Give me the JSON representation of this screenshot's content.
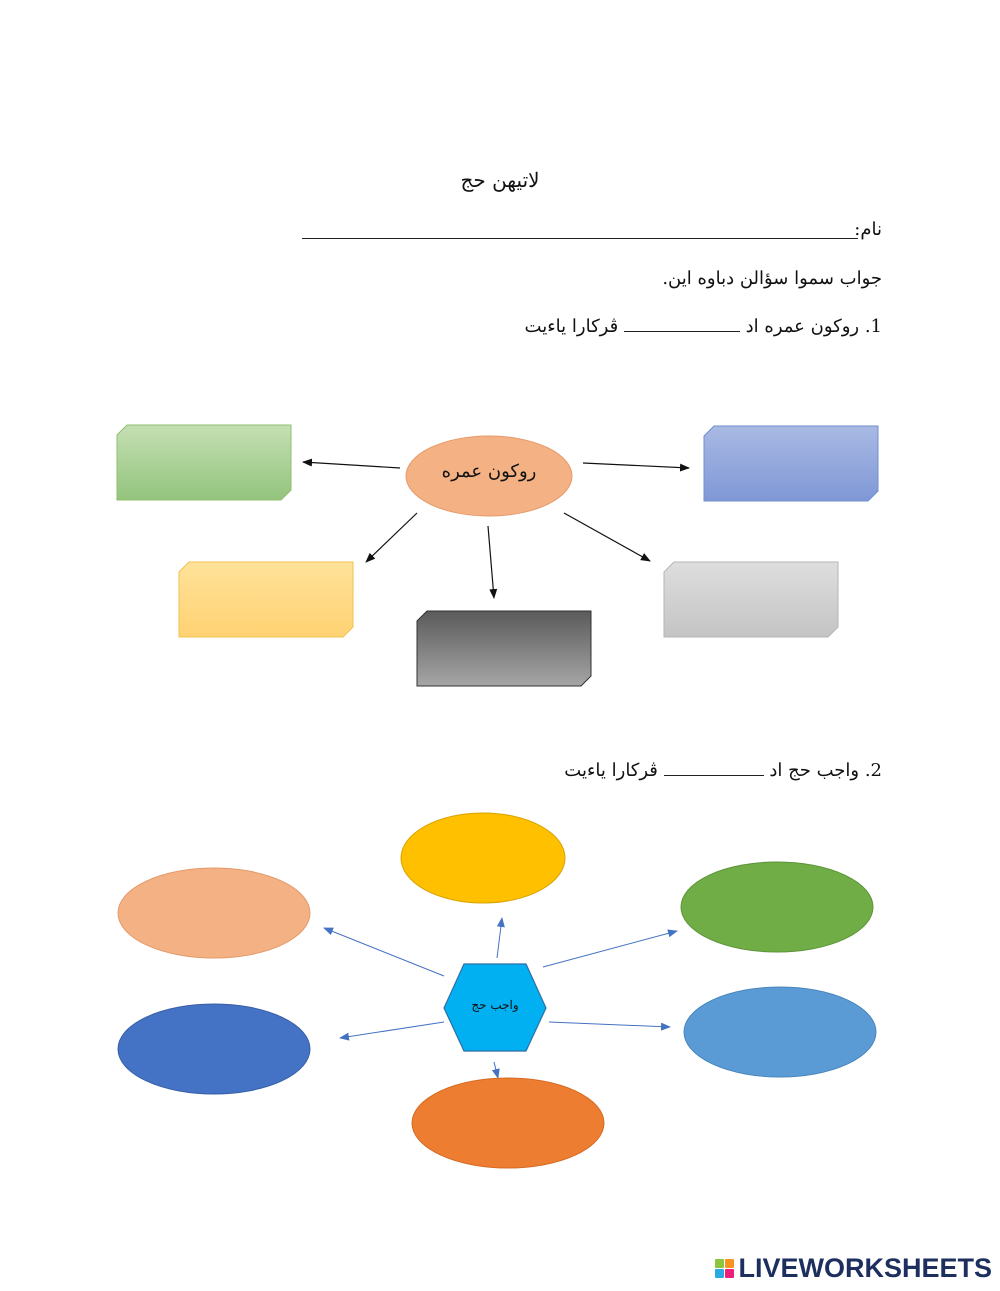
{
  "header": {
    "title": "لاتيهن حج"
  },
  "name_field": {
    "label": "نام:"
  },
  "instruction": "جواب سموا سؤالن دباوه اين.",
  "question1": {
    "before": "1. روكون عمره اد",
    "after": "ڤركارا ياءيت"
  },
  "diagram1": {
    "center_label": "روكون عمره",
    "box_colors": [
      "#a9d18e",
      "#8faadc",
      "#ffd966",
      "#bfbfbf",
      "#7f7f7f"
    ],
    "center_color": "#f4b183"
  },
  "question2": {
    "before": "2. واجب حج اد",
    "after": "ڤركارا ياءيت"
  },
  "diagram2": {
    "center_label": "واجب حج",
    "center_color": "#00b0f0",
    "ellipse_colors": [
      "#ffc000",
      "#f4b183",
      "#70ad47",
      "#4472c4",
      "#5b9bd5",
      "#ed7d31"
    ]
  },
  "footer": {
    "brand": "LIVEWORKSHEETS",
    "logo_colors": [
      "#8cc63f",
      "#f7931e",
      "#29abe2",
      "#ed1e79"
    ]
  }
}
